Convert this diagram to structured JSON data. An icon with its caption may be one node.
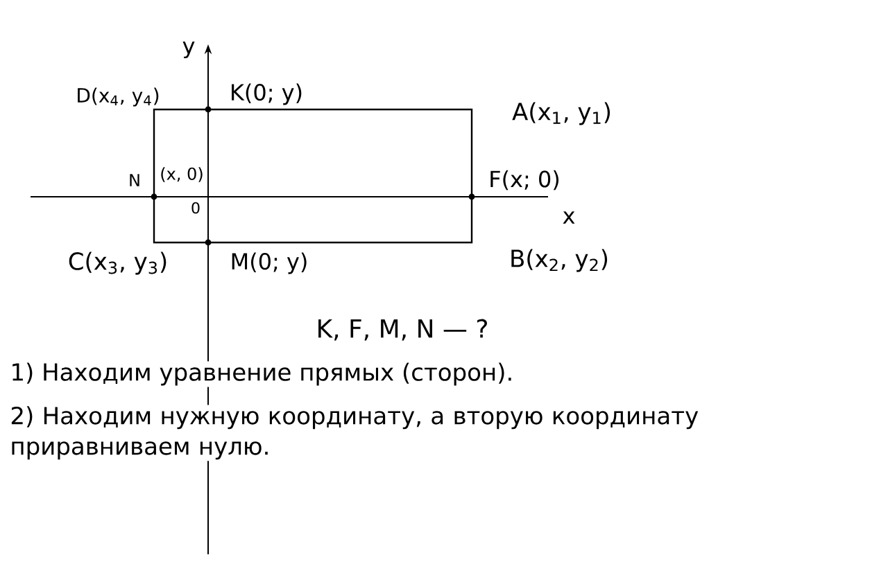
{
  "diagram": {
    "labels": [
      "y",
      "D(x$_{4}$, y$_{4}$)",
      "K(0; y)",
      "A(x$_{1}$, y$_{1}$)",
      "N",
      "(x, 0)",
      "F(x; 0)",
      "x",
      "0",
      "C(x$_{3}$, y$_{3}$)",
      "M(0; y)",
      "B(x$_{2}$, y$_{2}$)",
      "K, F, M, N — ?",
      "1) Находим уравнение прямых (сторон).",
      "2) Находим нужную координату, а вторую координату приравниваем нулю."
    ]
  }
}
